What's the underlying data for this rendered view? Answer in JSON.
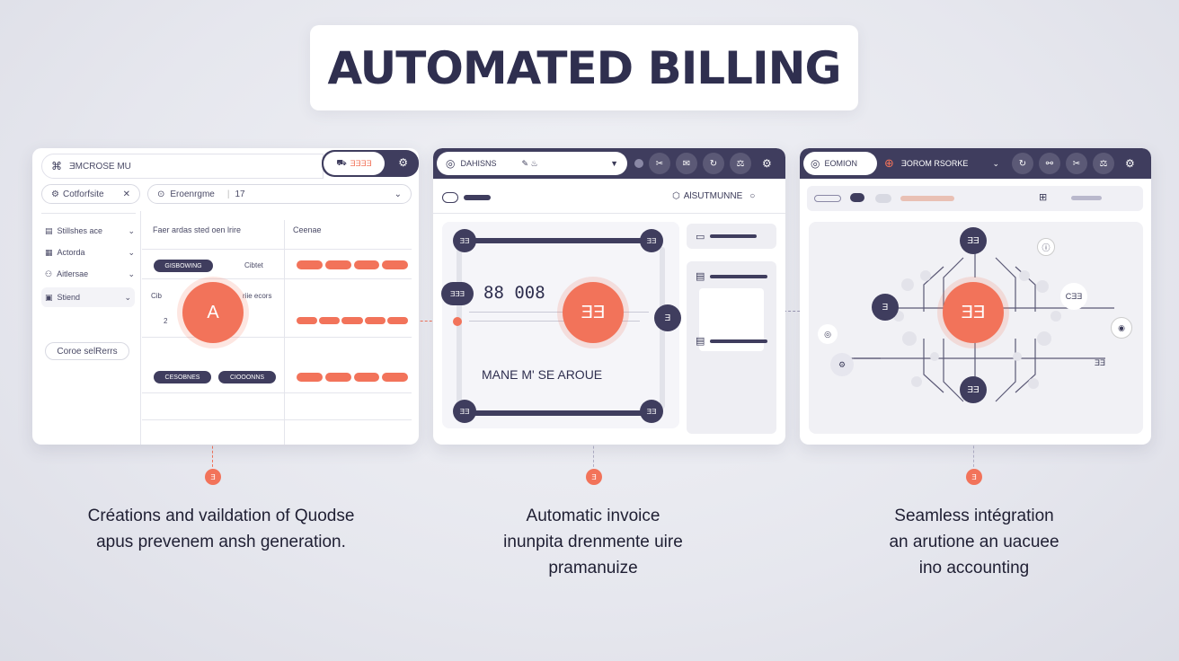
{
  "title": "AUTOMATED BILLING",
  "panel1": {
    "brand": "ƎMCROSE MU",
    "search_btn": "ƎƎƎƎ",
    "sidebar_top": "Cotforfsite",
    "sidebar_items": [
      "Stillshes ace",
      "Actorda",
      "Aitlersae",
      "Stiend"
    ],
    "sidebar_button": "Coroe selRerrs",
    "filter_label": "Eroenrgme",
    "filter_value": "17",
    "col1_header": "Faer ardas sted oen lrire",
    "col2_header": "Ceenae",
    "row1_badge": "GISBOWING",
    "row1_text": "Cibtet",
    "row2_label": "Cib",
    "row2_text": "riie ecors",
    "row3_label": "2",
    "row4_badge1": "CESOBNES",
    "row4_badge2": "CIOOONNS",
    "node_label": "A"
  },
  "panel2": {
    "brand": "DAHISNS",
    "title": "AlSUTMUNNE",
    "card_code": "88 008",
    "card_name": "MANE M' SE AROUE",
    "node_left": "ƎƎƎ",
    "node_center": "ƎƎ",
    "node_tl": "ƎƎ",
    "node_tr": "ƎƎ",
    "node_bl": "ƎƎ",
    "node_br": "ƎƎ",
    "node_right": "Ǝ"
  },
  "panel3": {
    "brand": "EOMION",
    "search": "ƎOROM RSORKE",
    "node_center": "ƎƎ",
    "node_top": "ƎƎ",
    "node_left": "Ǝ",
    "node_bottom": "ƎƎ",
    "right_label": "CƎƎ",
    "right_label2": "ƎƎ"
  },
  "captions": [
    {
      "lines": [
        "Créations and vaildation of  Quodse",
        "apus prevenem ansh generation."
      ],
      "dot": "Ǝ"
    },
    {
      "lines": [
        "Automatic invoice",
        "inunpita drenmente uire",
        "pramanuize"
      ],
      "dot": "Ǝ"
    },
    {
      "lines": [
        "Seamless intégration",
        "an arutione an uacuee",
        "ino accounting"
      ],
      "dot": "Ǝ"
    }
  ],
  "colors": {
    "accent": "#f2735a",
    "navy": "#3f3d5e",
    "bg": "#e6e7ee"
  }
}
